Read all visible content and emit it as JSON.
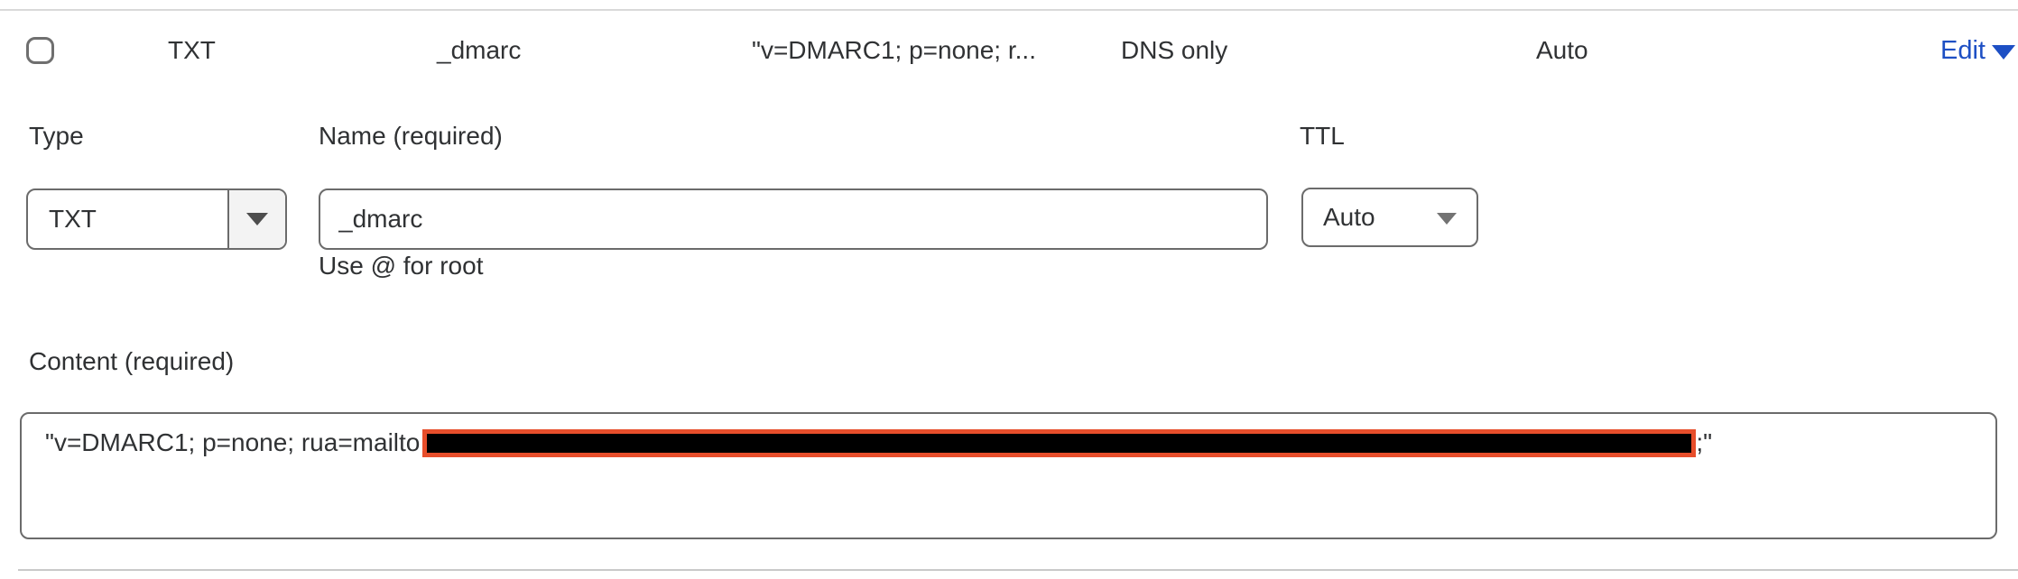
{
  "record_row": {
    "type": "TXT",
    "name": "_dmarc",
    "content_preview": "\"v=DMARC1; p=none; r...",
    "proxy_status": "DNS only",
    "ttl": "Auto",
    "edit_label": "Edit"
  },
  "edit_form": {
    "type_label": "Type",
    "type_value": "TXT",
    "name_label": "Name (required)",
    "name_value": "_dmarc",
    "name_helper": "Use @ for root",
    "ttl_label": "TTL",
    "ttl_value": "Auto",
    "content_label": "Content (required)",
    "content_value_prefix": "\"v=DMARC1; p=none; rua=mailto",
    "content_value_suffix": ";\"",
    "content_redacted": "redacted-email"
  },
  "colors": {
    "link_blue": "#1d4fc4",
    "redaction_border": "#e74e2b",
    "redaction_fill": "#000000",
    "input_border": "#6b6b6b"
  }
}
